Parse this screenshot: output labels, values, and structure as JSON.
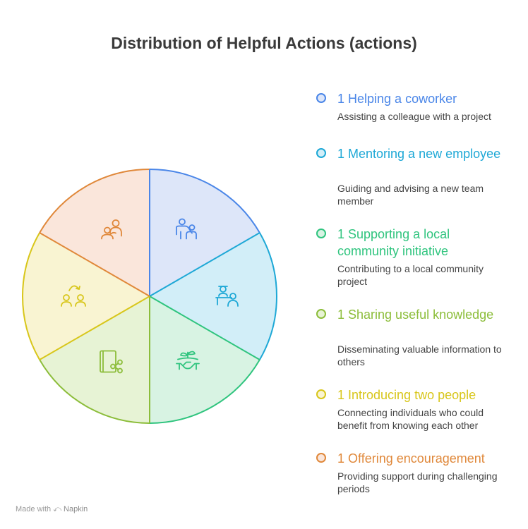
{
  "title": "Distribution of Helpful Actions (actions)",
  "chart_data": {
    "type": "pie",
    "title": "Distribution of Helpful Actions (actions)",
    "categories": [
      "Helping a coworker",
      "Mentoring a new employee",
      "Supporting a local community initiative",
      "Sharing useful knowledge",
      "Introducing two people",
      "Offering encouragement"
    ],
    "values": [
      1,
      1,
      1,
      1,
      1,
      1
    ],
    "descriptions": [
      "Assisting a colleague with a project",
      "Guiding and advising a new team member",
      "Contributing to a local community project",
      "Disseminating valuable information to others",
      "Connecting individuals who could benefit from knowing each other",
      "Providing support during challenging periods"
    ],
    "legend_placement": "right",
    "grid": false
  },
  "colors": {
    "stroke": [
      "#4a86e8",
      "#1ea8d6",
      "#2fc47e",
      "#8cbd3a",
      "#d8c61a",
      "#e0883a"
    ],
    "fill": [
      "#dde6f9",
      "#d2eef8",
      "#d8f3e3",
      "#e7f3d5",
      "#f9f4d2",
      "#fae6db"
    ]
  },
  "icons": [
    "helping-hand-icon",
    "mentor-desk-icon",
    "handshake-plant-icon",
    "book-share-icon",
    "two-people-connect-icon",
    "encouraging-people-icon"
  ],
  "legend": [
    {
      "label": "1 Helping a coworker",
      "desc": "Assisting a colleague with a project"
    },
    {
      "label": "1 Mentoring a new employee",
      "desc": "Guiding and advising a new team member"
    },
    {
      "label": "1 Supporting a local community initiative",
      "desc": "Contributing to a local community project"
    },
    {
      "label": "1 Sharing useful knowledge",
      "desc": "Disseminating valuable information to others"
    },
    {
      "label": "1 Introducing two people",
      "desc": "Connecting individuals who could benefit from knowing each other"
    },
    {
      "label": "1 Offering encouragement",
      "desc": "Providing support during challenging periods"
    }
  ],
  "footer": {
    "made_with": "Made with",
    "brand": "Napkin"
  }
}
